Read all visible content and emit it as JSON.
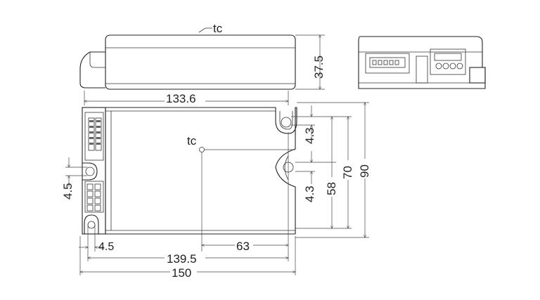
{
  "drawing": {
    "tc_label_top": "tc",
    "tc_label_plan": "tc",
    "height_dim": "37.5",
    "length_top_dim": "133.6",
    "hole_offset_top": "4.3",
    "hole_offset_mid": "4.3",
    "hole_spacing_58": "58",
    "width_70": "70",
    "width_90": "90",
    "left_hole_offset": "4.5",
    "bottom_hole_offset": "4.5",
    "tc_x_dim": "63",
    "hole_distance_139": "139.5",
    "overall_length": "150"
  }
}
